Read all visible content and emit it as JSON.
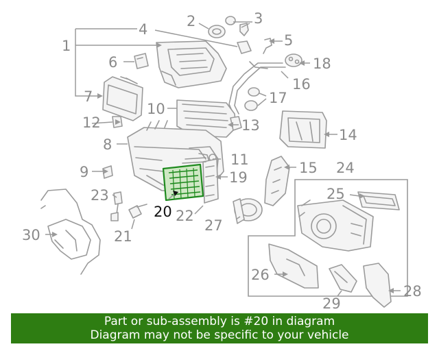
{
  "diagram": {
    "callouts": {
      "c1": "1",
      "c2": "2",
      "c3": "3",
      "c4": "4",
      "c5": "5",
      "c6": "6",
      "c7": "7",
      "c8": "8",
      "c9": "9",
      "c10": "10",
      "c11": "11",
      "c12": "12",
      "c13": "13",
      "c14": "14",
      "c15": "15",
      "c16": "16",
      "c17": "17",
      "c18": "18",
      "c19": "19",
      "c20": "20",
      "c21": "21",
      "c22": "22",
      "c23": "23",
      "c24": "24",
      "c25": "25",
      "c26": "26",
      "c27": "27",
      "c28": "28",
      "c29": "29",
      "c30": "30"
    },
    "highlight_color": "#1e8a1e",
    "line_color": "#9a9a9a"
  },
  "banner": {
    "line1": "Part or sub-assembly is #20 in diagram",
    "line2": "Diagram may not be specific to your vehicle",
    "background": "#2e7d12"
  }
}
